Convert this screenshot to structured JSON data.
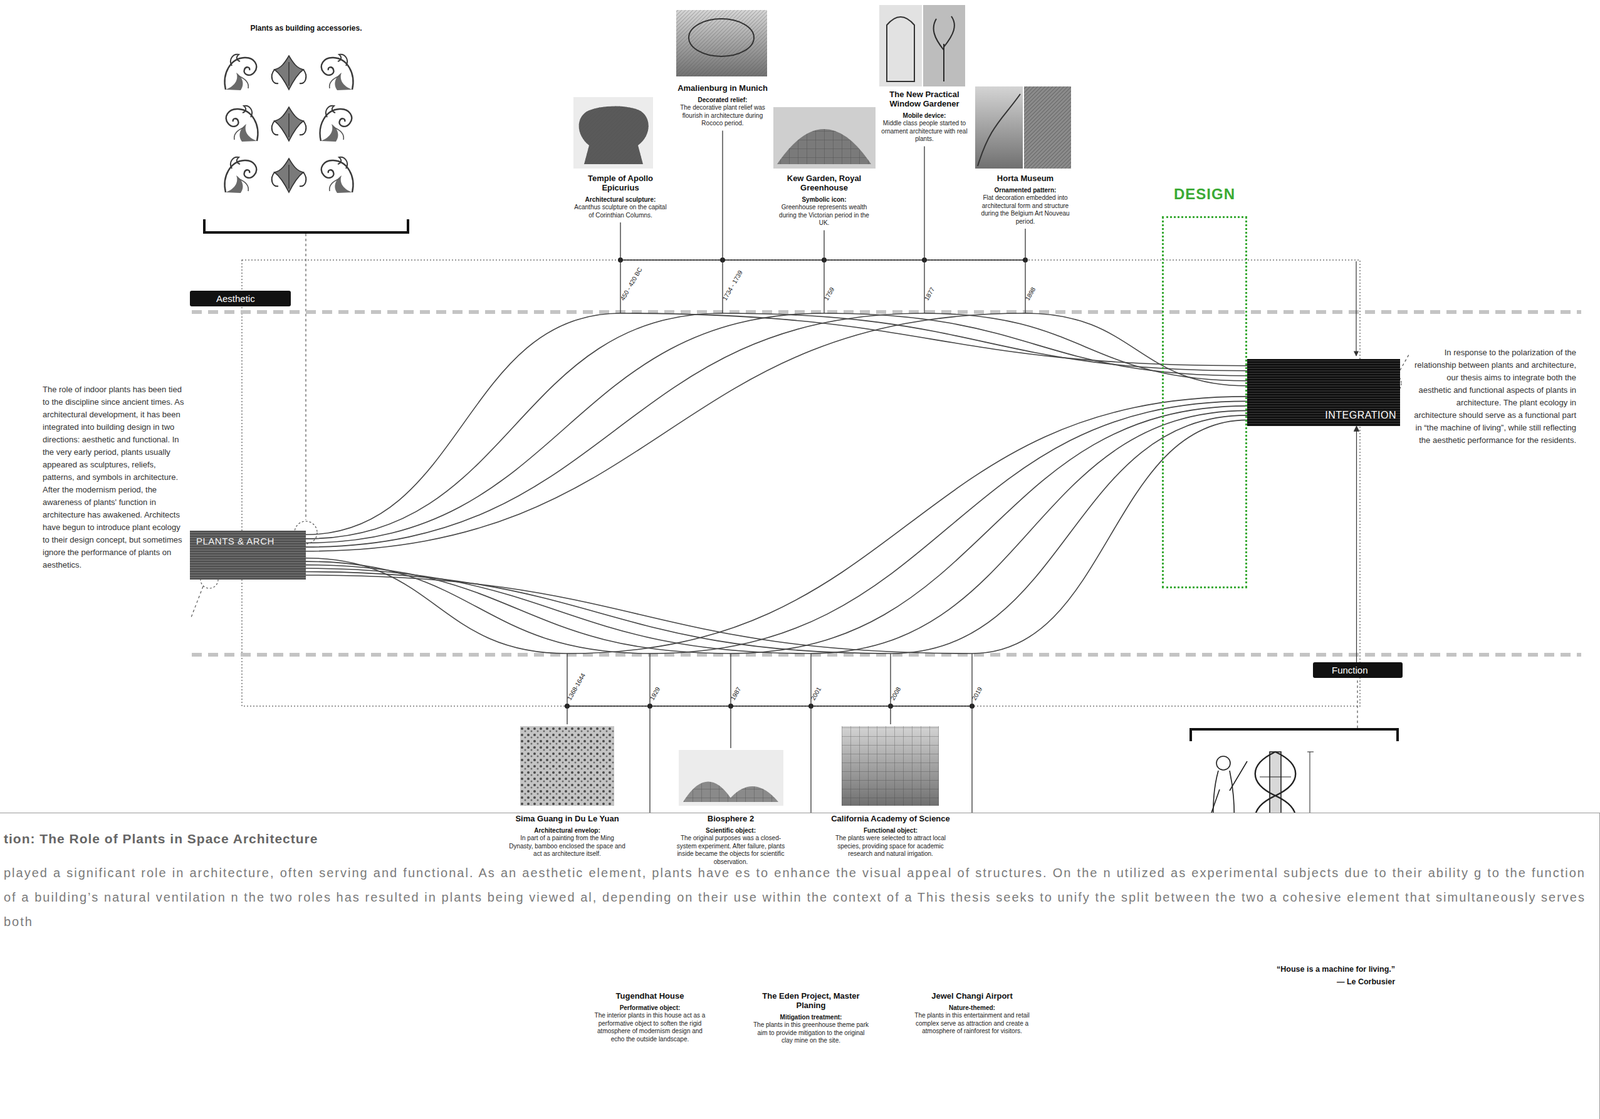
{
  "diagram": {
    "nodes": [
      {
        "text": [
          "Aesthetic"
        ]
      },
      {
        "text": [
          "DESIGN"
        ]
      },
      {
        "text": [
          "PLANTS & ARCH"
        ]
      },
      {
        "text": [
          "INTEGRATION"
        ]
      },
      {
        "text": [
          "Function"
        ]
      },
      {
        "text": [
          "tion: The Role of Plants in Space Architecture",
          "played a significant role in architecture, often serving and functional. As an aesthetic element, plants have es to enhance the visual appeal of structures. On the n utilized as experimental subjects due to their ability g to the function of a building’s natural ventilation n the two roles has resulted in plants being viewed al, depending on their use within the context of a This thesis seeks to unify the split between the two a cohesive element that simultaneously serves both"
        ]
      }
    ],
    "edges": [
      {
        "from": 2,
        "to": 3,
        "arrow": "none"
      },
      {
        "from": 2,
        "to": 3,
        "arrow": "none"
      },
      {
        "from": 2,
        "to": 3,
        "arrow": "none"
      },
      {
        "from": 2,
        "to": 3,
        "arrow": "none"
      },
      {
        "from": 2,
        "to": 3,
        "arrow": "none"
      },
      {
        "from": 2,
        "to": 3,
        "arrow": "none"
      },
      {
        "from": 2,
        "to": 3,
        "arrow": "none"
      },
      {
        "from": 2,
        "to": 3,
        "arrow": "none"
      },
      {
        "from": 2,
        "to": 3,
        "arrow": "none"
      },
      {
        "from": 2,
        "to": 3,
        "arrow": "none"
      },
      {
        "from": 2,
        "to": 3,
        "arrow": "none"
      },
      {
        "from": 4,
        "to": 3,
        "arrow": "to"
      }
    ],
    "labels": [
      "Plants as building accessories.",
      "Temple of Apollo Epicurius",
      "Architectural sculpture:",
      "Acanthus sculpture on the capital of Corinthian Columns.",
      "Amalienburg in Munich",
      "Decorated relief:",
      "The decorative plant relief was flourish in architecture during Rococo period.",
      "Kew Garden, Royal Greenhouse",
      "Symbolic icon:",
      "Greenhouse represents wealth during the Victorian period in the UK.",
      "The New Practical Window Gardener",
      "Mobile device:",
      "Middle class people started to ornament architecture with real plants.",
      "Horta Museum",
      "Ornamented pattern:",
      "Flat decoration embedded into architectural form and structure during the Belgium Art Nouveau period.",
      "450 - 420 BC",
      "1734 - 1739",
      "1759",
      "1877",
      "1898",
      "1368-1644",
      "1929",
      "1987",
      "2001",
      "2008",
      "2019",
      "Sima Guang in Du Le Yuan",
      "Architectural envelop:",
      "In part of a painting from the Ming Dynasty, bamboo enclosed the space and act as architecture itself.",
      "Tugendhat House",
      "Performative object:",
      "The interior plants in this house act as a performative object to soften the rigid atmosphere of modernism design and echo the outside landscape.",
      "Biosphere 2",
      "Scientific object:",
      "The original purposes was a closed-system experiment. After failure, plants inside became the objects for scientific observation.",
      "The Eden Project, Master Planing",
      "Mitigation treatment:",
      "The plants in this greenhouse theme park aim to provide mitigation to the original clay mine on the site.",
      "California Academy of Science",
      "Functional object:",
      "The plants were selected to attract local species, providing space for academic research and natural irrigation.",
      "Jewel Changi Airport",
      "Nature-themed:",
      "The plants in this entertainment and retail complex serve as attraction and create a atmosphere of rainforest for visitors.",
      "The role of indoor plants has been tied to the discipline since ancient times. As architectural development, it has been integrated into building design in two directions: aesthetic and functional. In the very early period, plants usually appeared as sculptures, reliefs, patterns, and symbols in architecture. After the modernism period, the awareness of plants' function in architecture has awakened. Architects have begun to introduce plant ecology to their design concept, but sometimes ignore the performance of plants on aesthetics.",
      "In response to the polarization of the relationship between plants and architecture, our thesis aims to integrate both the aesthetic and functional aspects of plants in architecture. The plant ecology in architecture should serve as a functional part in “the machine of living”, while still reflecting the aesthetic performance for the residents.",
      "“House is a machine for living.”",
      "— Le Corbusier"
    ]
  }
}
